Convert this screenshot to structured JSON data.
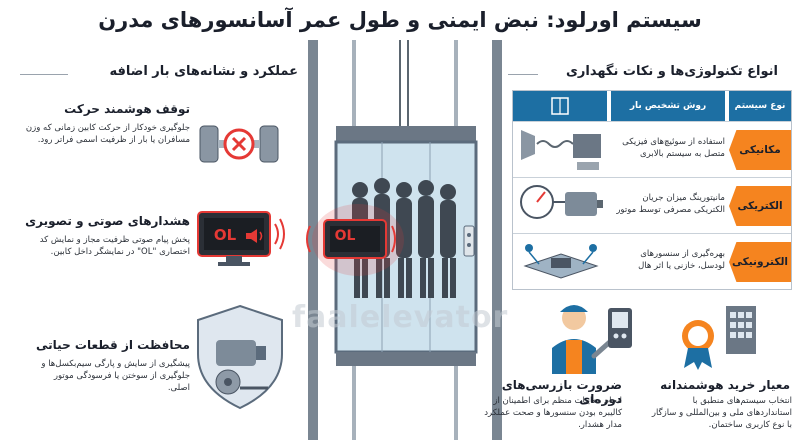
{
  "title": "سیستم اورلود: نبض ایمنی و طول عمر آسانسورهای مدرن",
  "left_section": {
    "heading": "عملکرد و نشانه‌های بار اضافه",
    "items": [
      {
        "title": "توقف هوشمند حرکت",
        "body": [
          "جلوگیری خودکار از حرکت کابین زمانی که وزن",
          "مسافران یا بار از ظرفیت اسمی فراتر رود."
        ]
      },
      {
        "title": "هشدارهای صوتی و تصویری",
        "body": [
          "پخش پیام صوتی ظرفیت مجاز و نمایش کد",
          "اختصاری \"OL\" در نمایشگر داخل کابین."
        ]
      },
      {
        "title": "محافظت از قطعات حیاتی",
        "body": [
          "پیشگیری از سایش و پارگی سیم‌بکسل‌ها و",
          "جلوگیری از سوختن یا فرسودگی موتور",
          "اصلی."
        ]
      }
    ],
    "display_code": "OL"
  },
  "center": {
    "display_code": "OL",
    "watermark": "faalelevator"
  },
  "right_section": {
    "heading": "انواع تکنولوژی‌ها و نکات نگهداری",
    "table": {
      "headers": [
        "نوع سیستم",
        "روش تشخیص بار"
      ],
      "rows": [
        {
          "type": "مکانیکی",
          "desc": [
            "استفاده از سوئیچ‌های فیزیکی",
            "متصل به سیستم بالابری"
          ]
        },
        {
          "type": "الکتریکی",
          "desc": [
            "مانیتورینگ میزان جریان",
            "الکتریکی مصرفی توسط موتور"
          ]
        },
        {
          "type": "الکترونیکی",
          "desc": [
            "بهره‌گیری از سنسورهای",
            "لودسل، خازنی یا اثر هال"
          ]
        }
      ]
    },
    "bottom_items": [
      {
        "title": "معیار خرید هوشمندانه",
        "body": [
          "انتخاب سیستم‌های منطبق با",
          "استانداردهای ملی و بین‌المللی و سازگار",
          "با نوع کاربری ساختمان."
        ]
      },
      {
        "title": "ضرورت بازرسی‌های دوره‌ای",
        "body": [
          "انجام معاینات منظم برای اطمینان از",
          "کالیبره بودن سنسورها و صحت عملکرد",
          "مدار هشدار."
        ]
      }
    ]
  },
  "colors": {
    "accent_blue": "#1d6fa3",
    "accent_orange": "#f5841f",
    "alert_red": "#e53935"
  }
}
